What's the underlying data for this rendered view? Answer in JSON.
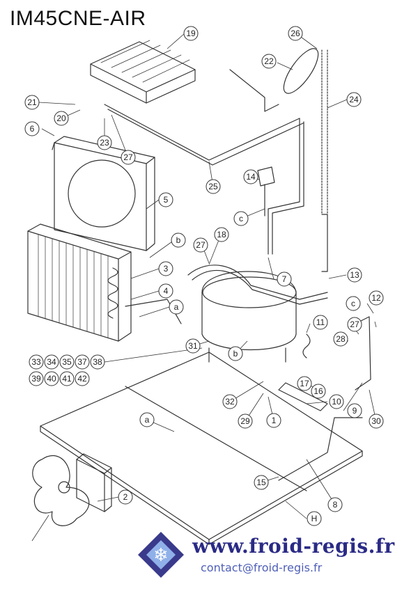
{
  "title": "IM45CNE-AIR",
  "footer": {
    "website": "www.froid-regis.fr",
    "email": "contact@froid-regis.fr"
  },
  "callouts": [
    "19",
    "26",
    "22",
    "21",
    "20",
    "24",
    "6",
    "23",
    "27",
    "14",
    "25",
    "5",
    "c",
    "18",
    "b",
    "27",
    "3",
    "4",
    "a",
    "7",
    "13",
    "c",
    "12",
    "27",
    "11",
    "28",
    "31",
    "b",
    "17",
    "16",
    "10",
    "9",
    "30",
    "32",
    "29",
    "1",
    "a",
    "15",
    "8",
    "2",
    "H"
  ],
  "parts_list_rows": [
    [
      "33",
      "34",
      "35",
      "37",
      "38"
    ],
    [
      "39",
      "40",
      "41",
      "42"
    ]
  ],
  "colors": {
    "line": "#333333",
    "website": "#2a2a86",
    "email": "#5060b8",
    "logo_bg": "#3a3a8c"
  }
}
